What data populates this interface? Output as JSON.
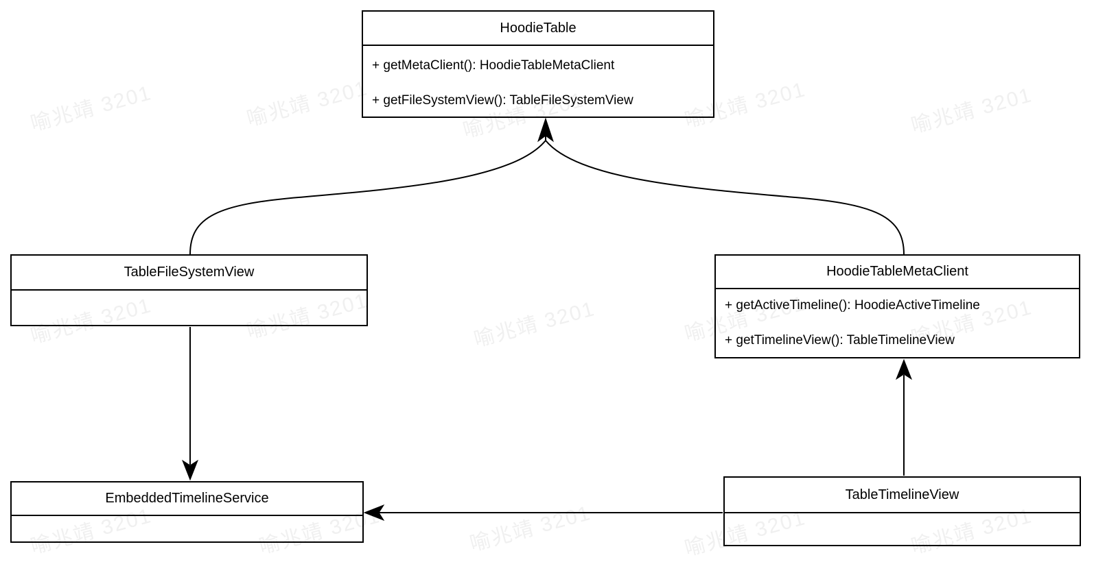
{
  "diagram": {
    "type": "uml-class-diagram",
    "watermark": {
      "text": "喻兆靖 3201",
      "color": "#f0f0f0"
    },
    "colors": {
      "line": "#000000",
      "text": "#000000",
      "background": "#ffffff"
    },
    "classes": [
      {
        "name": "HoodieTable",
        "methods": [
          "+ getMetaClient(): HoodieTableMetaClient",
          "+ getFileSystemView(): TableFileSystemView"
        ]
      },
      {
        "name": "TableFileSystemView",
        "methods": []
      },
      {
        "name": "HoodieTableMetaClient",
        "methods": [
          "+ getActiveTimeline(): HoodieActiveTimeline",
          "+ getTimelineView(): TableTimelineView"
        ]
      },
      {
        "name": "EmbeddedTimelineService",
        "methods": []
      },
      {
        "name": "TableTimelineView",
        "methods": []
      }
    ],
    "relations": [
      {
        "from": "TableFileSystemView",
        "to": "HoodieTable",
        "style": "curved-merge-arrow"
      },
      {
        "from": "HoodieTableMetaClient",
        "to": "HoodieTable",
        "style": "curved-merge-arrow"
      },
      {
        "from": "TableFileSystemView",
        "to": "EmbeddedTimelineService",
        "style": "straight-arrow-down"
      },
      {
        "from": "TableTimelineView",
        "to": "HoodieTableMetaClient",
        "style": "straight-arrow-up"
      },
      {
        "from": "TableTimelineView",
        "to": "EmbeddedTimelineService",
        "style": "straight-arrow-left"
      }
    ]
  }
}
